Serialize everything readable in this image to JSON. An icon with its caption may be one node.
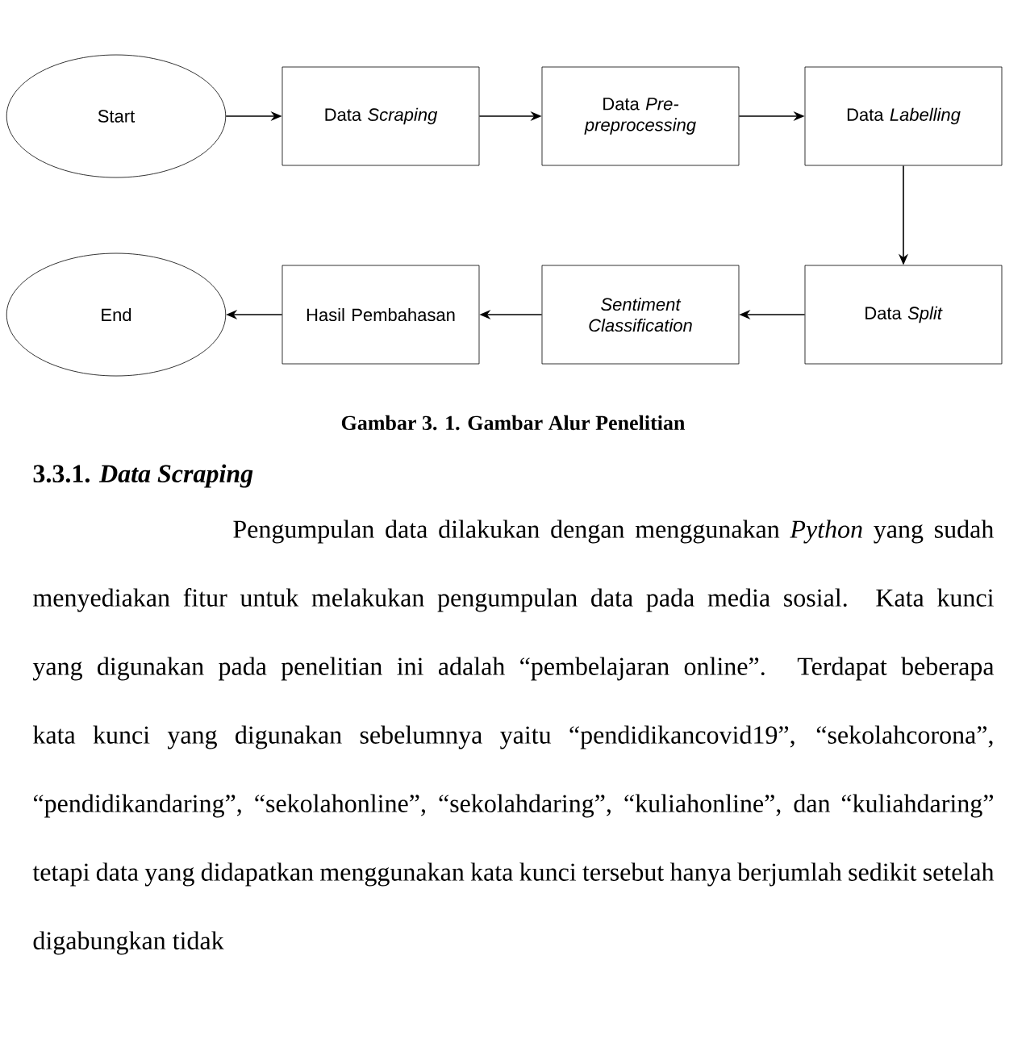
{
  "diagram": {
    "caption": "Gambar 3. 1. Gambar Alur Penelitian",
    "nodes": [
      {
        "text": [
          "Start"
        ]
      },
      {
        "text": [
          "Data *Scraping*"
        ]
      },
      {
        "text": [
          "Data *Pre-preprocessing*"
        ]
      },
      {
        "text": [
          "Data *Labelling*"
        ]
      },
      {
        "text": [
          "Data *Split*"
        ]
      },
      {
        "text": [
          "Sentiment Classification"
        ]
      },
      {
        "text": [
          "Hasil Pembahasan"
        ]
      },
      {
        "text": [
          "End"
        ]
      }
    ],
    "edges": [
      {
        "from": 0,
        "to": 1,
        "arrow": "to"
      },
      {
        "from": 1,
        "to": 2,
        "arrow": "to"
      },
      {
        "from": 2,
        "to": 3,
        "arrow": "to"
      },
      {
        "from": 3,
        "to": 4,
        "arrow": "to"
      },
      {
        "from": 4,
        "to": 5,
        "arrow": "to"
      },
      {
        "from": 5,
        "to": 6,
        "arrow": "to"
      },
      {
        "from": 6,
        "to": 7,
        "arrow": "to"
      }
    ],
    "labels": [
      "3.3.1. *Data Scraping*",
      "Pengumpulan data dilakukan dengan menggunakan *Python* yang sudah menyediakan fitur untuk melakukan pengumpulan data pada media sosial. Kata kunci yang digunakan pada penelitian ini adalah “pembelajaran online”. Terdapat beberapa kata kunci yang digunakan sebelumnya yaitu “pendidikancovid19”, “sekolahcorona”, “pendidikandaring”, “sekolahonline”, “sekolahdaring”, “kuliahonline”, dan “kuliahdaring” tetapi data yang didapatkan menggunakan kata kunci tersebut hanya berjumlah sedikit setelah digabungkan tidak"
    ]
  }
}
